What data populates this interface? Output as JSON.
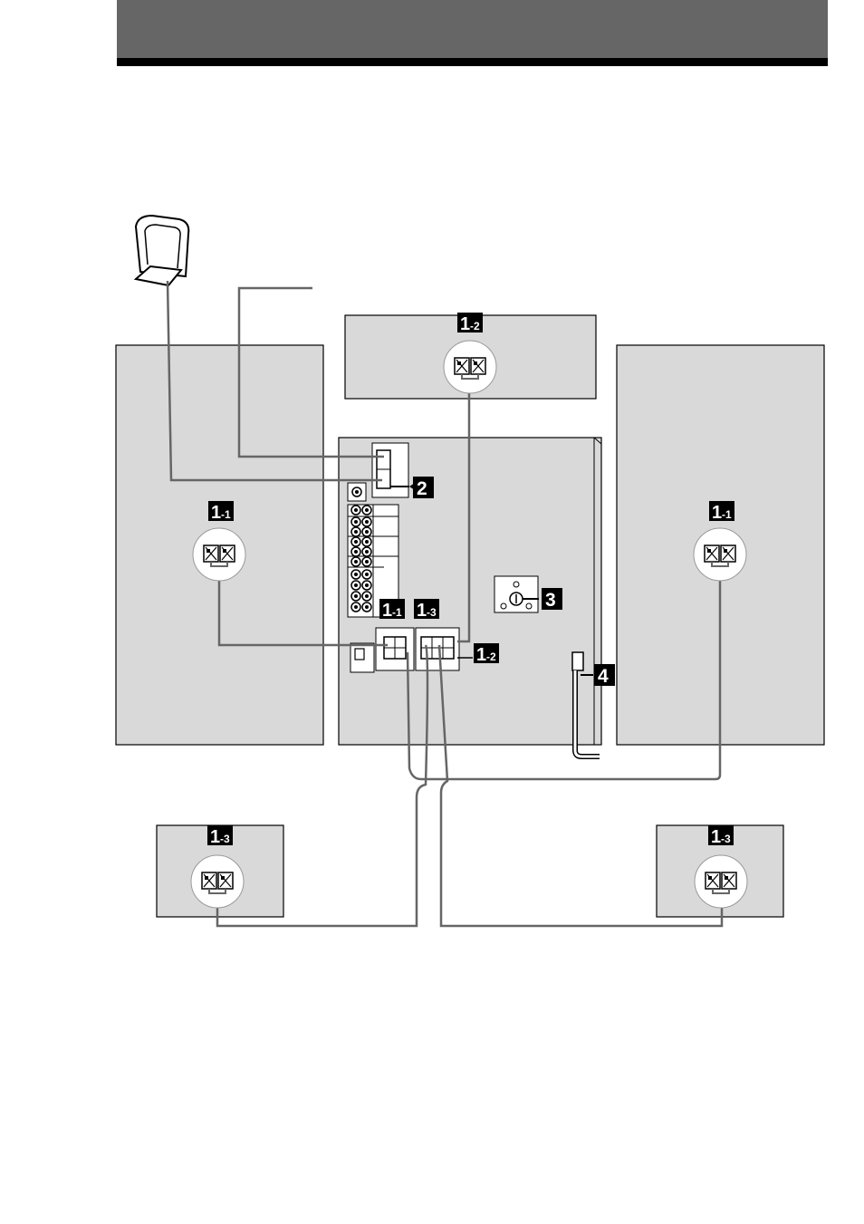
{
  "page": {
    "header_color": "#666666",
    "rule_color": "#000000"
  },
  "diagram": {
    "panel_fill": "#d9d9d9",
    "cable_color": "#666666",
    "badge_color": "#000000",
    "labels": {
      "front_left_speaker": {
        "main": "1",
        "sub": "-1"
      },
      "center_speaker": {
        "main": "1",
        "sub": "-2"
      },
      "front_right_speaker": {
        "main": "1",
        "sub": "-1"
      },
      "unit_front_terminal": {
        "main": "1",
        "sub": "-1"
      },
      "unit_surround_terminal": {
        "main": "1",
        "sub": "-3"
      },
      "unit_center_terminal": {
        "main": "1",
        "sub": "-2"
      },
      "antenna_step": {
        "main": "2"
      },
      "voltage_selector_step": {
        "main": "3"
      },
      "power_cord_step": {
        "main": "4"
      },
      "surround_left_speaker": {
        "main": "1",
        "sub": "-3"
      },
      "surround_right_speaker": {
        "main": "1",
        "sub": "-3"
      }
    },
    "icons": [
      "loop-antenna-icon",
      "fm-wire-antenna-icon",
      "speaker-terminal-icon",
      "voltage-selector-icon",
      "power-cord-icon"
    ]
  }
}
